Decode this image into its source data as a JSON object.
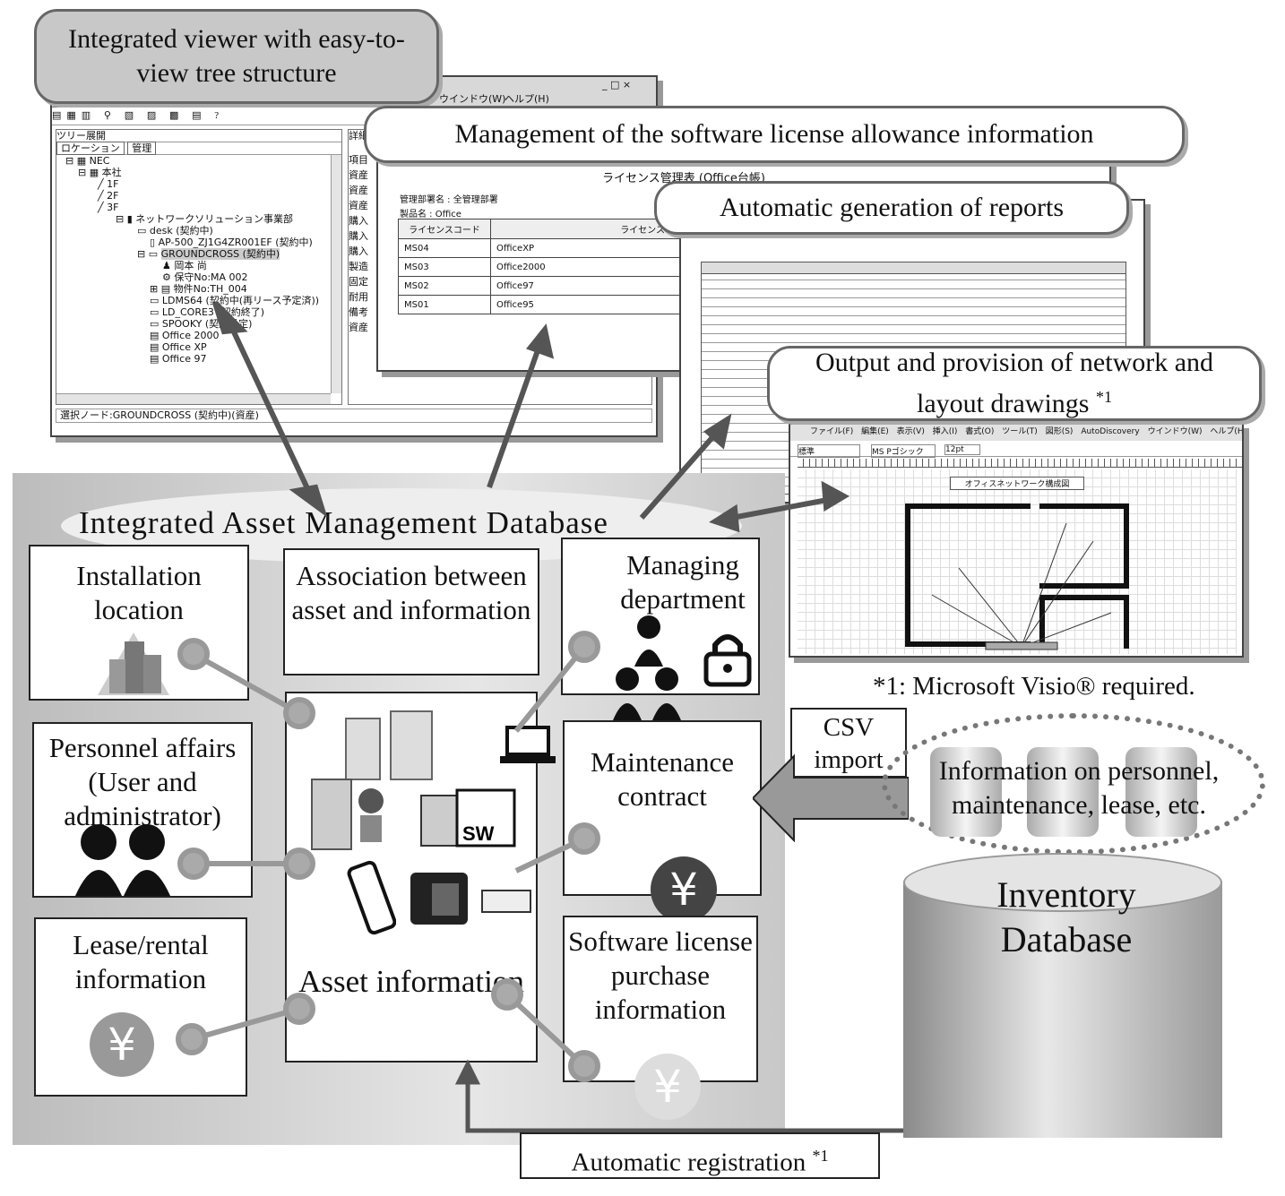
{
  "callouts": {
    "viewer": "Integrated viewer with easy-to-view tree structure",
    "license": "Management of the software license allowance information",
    "reports": "Automatic generation of reports",
    "output": "Output and provision of network and layout drawings",
    "output_sup": "*1"
  },
  "tree_window": {
    "menu_window": "ウインドウ(W)",
    "menu_help": "ヘルプ(H)",
    "panel_title": "ツリー展開",
    "tabs": [
      "ロケーション",
      "管理"
    ],
    "tree_items": [
      "NEC",
      "本社",
      "1F",
      "2F",
      "3F",
      "ネットワークソリューション事業部",
      "desk (契約中)",
      "AP-500_ZJ1G4ZR001EF (契約中)",
      "GROUNDCROSS (契約中)",
      "岡本 尚",
      "保守No:MA 002",
      "物件No:TH_004",
      "LDMS64 (契約中(再リース予定済))",
      "LD_CORE3 (契約終了)",
      "SPOOKY (契約予定)",
      "Office 2000",
      "Office XP",
      "Office 97"
    ],
    "right_labels": [
      "項目",
      "資産",
      "資産",
      "資産",
      "購入",
      "購入",
      "購入",
      "製造",
      "固定",
      "耐用",
      "備考",
      "資産"
    ],
    "status": "選択ノード:GROUNDCROSS (契約中)(資産)",
    "panel_header": "詳細"
  },
  "license_window": {
    "title": "ライセンス管理表 (Office台帳)",
    "dept_label": "管理部署名 : 全管理部署",
    "product_label": "製品名 : Office",
    "headers": [
      "ライセンスコード",
      "ライセンス名"
    ],
    "rows": [
      [
        "MS04",
        "OfficeXP"
      ],
      [
        "MS03",
        "Office2000"
      ],
      [
        "MS02",
        "Office97"
      ],
      [
        "MS01",
        "Office95"
      ]
    ]
  },
  "visio_window": {
    "menu": [
      "ファイル(F)",
      "編集(E)",
      "表示(V)",
      "挿入(I)",
      "書式(O)",
      "ツール(T)",
      "図形(S)",
      "AutoDiscovery",
      "ウインドウ(W)",
      "ヘルプ(H)"
    ],
    "font_box": "MS Pゴシック",
    "size_box": "12pt",
    "style_box": "標準",
    "drawing_title": "オフィスネットワーク構成図"
  },
  "note_visio": "*1: Microsoft Visio® required.",
  "database": {
    "title": "Integrated Asset Management Database",
    "cards": {
      "installation": "Installation location",
      "association": "Association between asset and information",
      "managing": "Managing department",
      "personnel": "Personnel affairs (User and administrator)",
      "maintenance": "Maintenance contract",
      "lease": "Lease/rental information",
      "asset": "Asset information",
      "software": "Software license purchase information"
    },
    "sw_label": "SW"
  },
  "csv_import": "CSV import",
  "info_sources": "Information on personnel, maintenance, lease, etc.",
  "inventory_db": "Inventory Database",
  "auto_registration": "Automatic registration",
  "auto_registration_sup": "*1",
  "currency_symbol": "¥"
}
